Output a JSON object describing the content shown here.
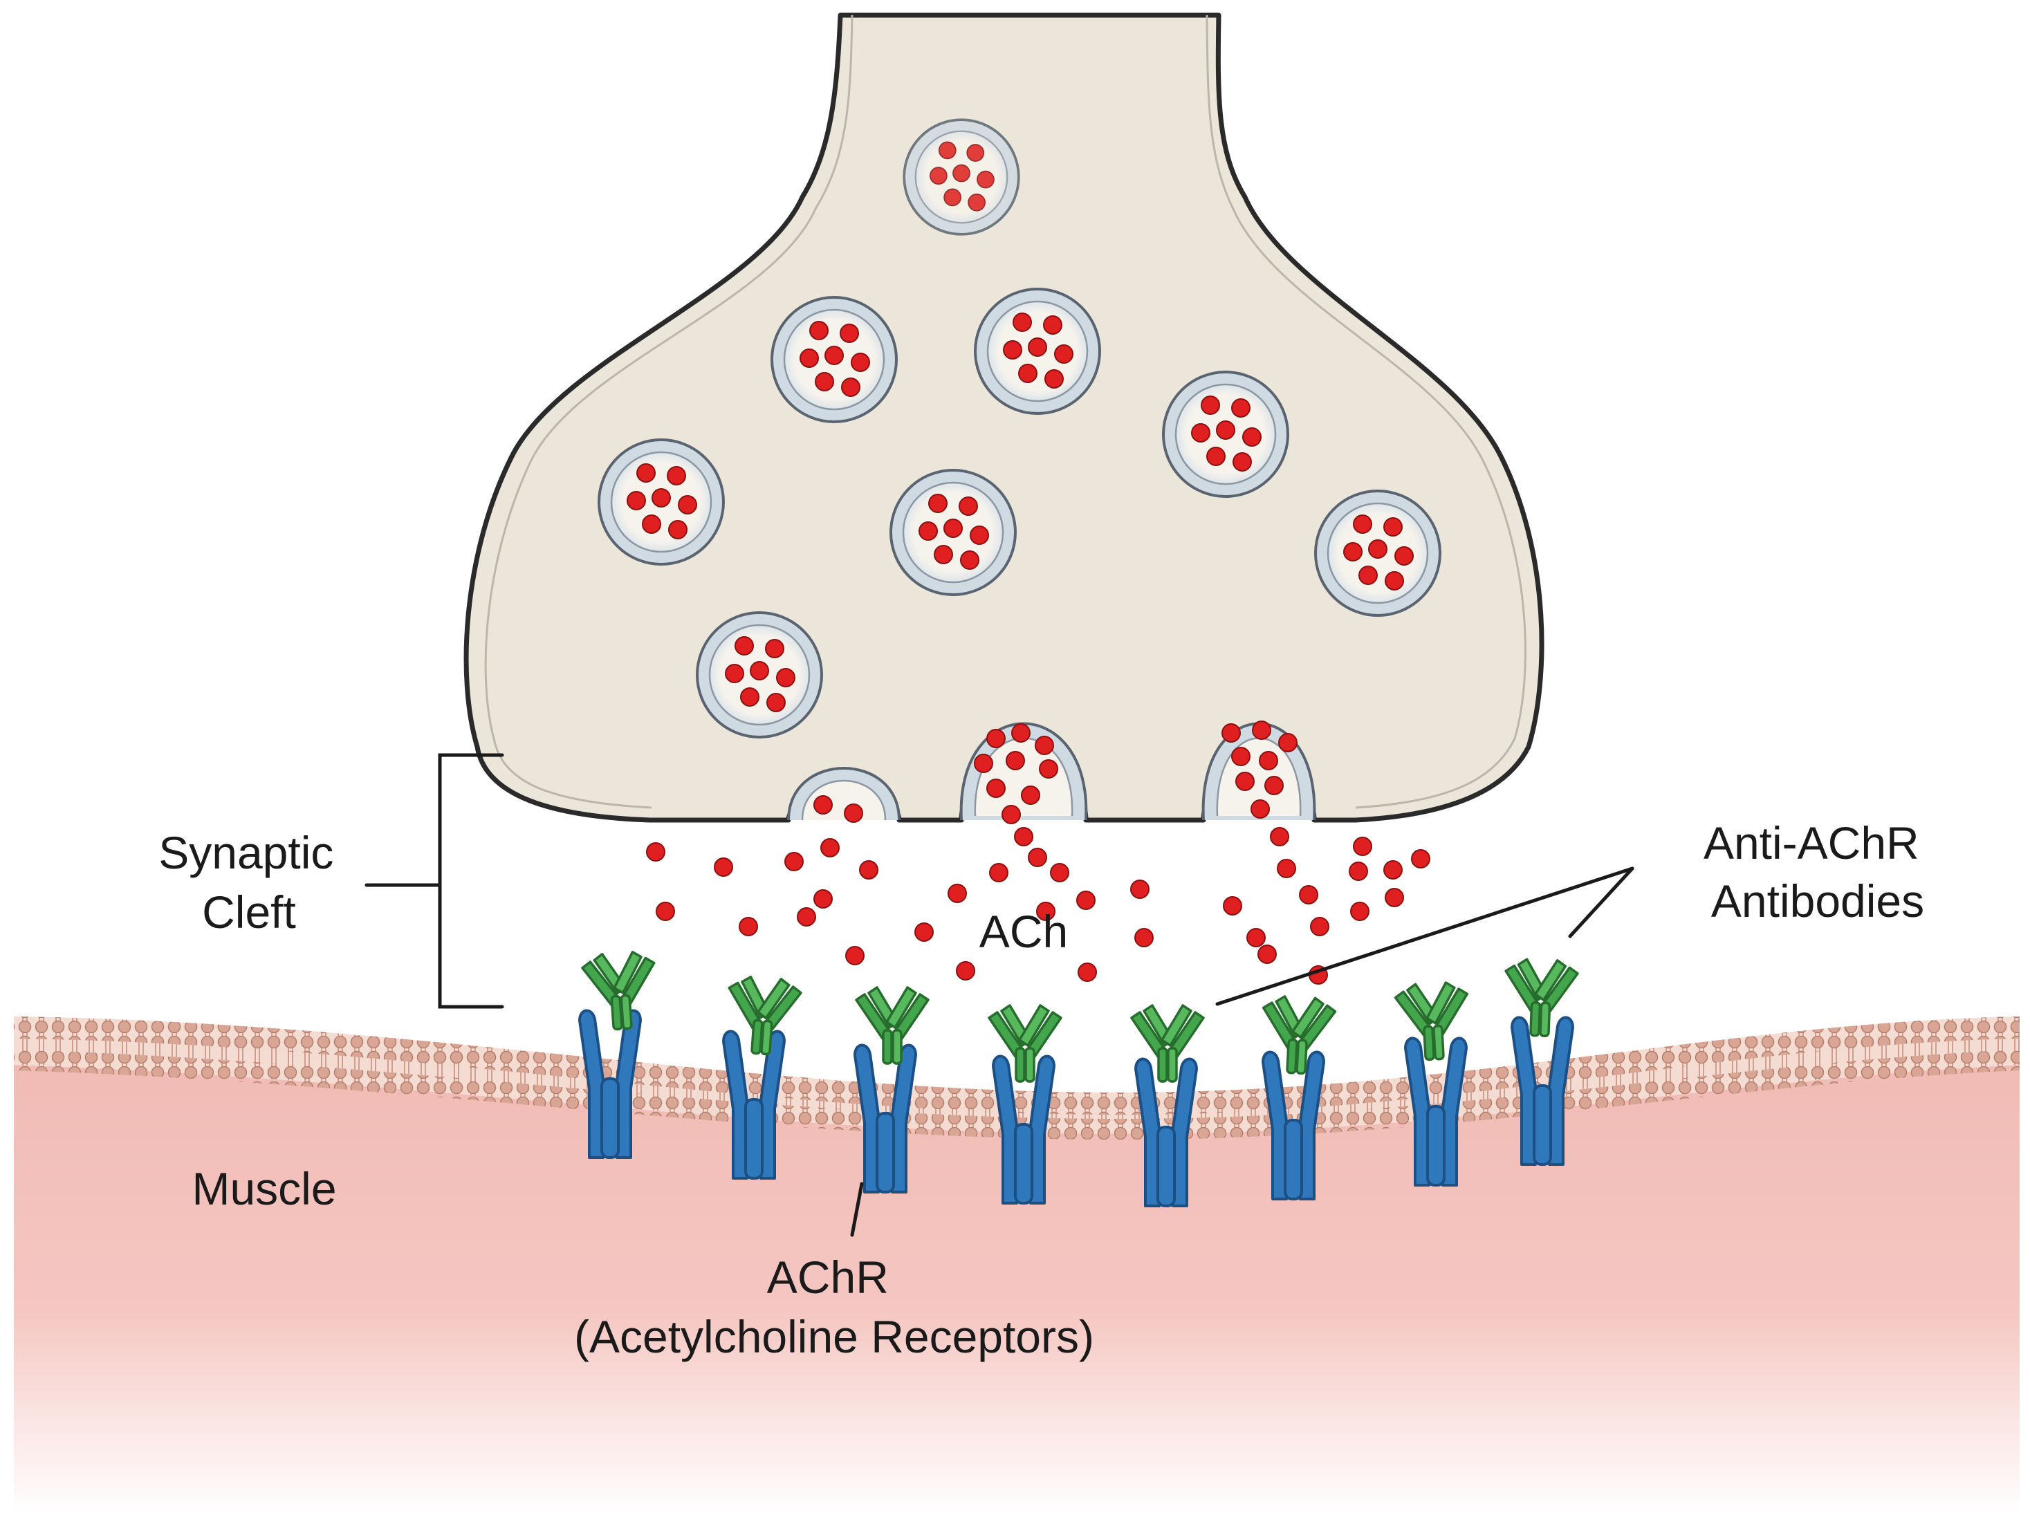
{
  "labels": {
    "synaptic_cleft_line1": "Synaptic",
    "synaptic_cleft_line2": "Cleft",
    "ach": "ACh",
    "antibodies_line1": "Anti-AChR",
    "antibodies_line2": "Antibodies",
    "muscle": "Muscle",
    "achr_line1": "AChR",
    "achr_line2": "(Acetylcholine Receptors)"
  },
  "colors": {
    "terminal_fill": "#ece6da",
    "terminal_outline": "#2a2a2a",
    "vesicle_membrane": "#c7d3df",
    "ach_molecule": "#e02020",
    "receptor": "#2f78bb",
    "antibody": "#44a64c",
    "membrane_beads": "#d9a695",
    "muscle": "#f1bbb5"
  }
}
